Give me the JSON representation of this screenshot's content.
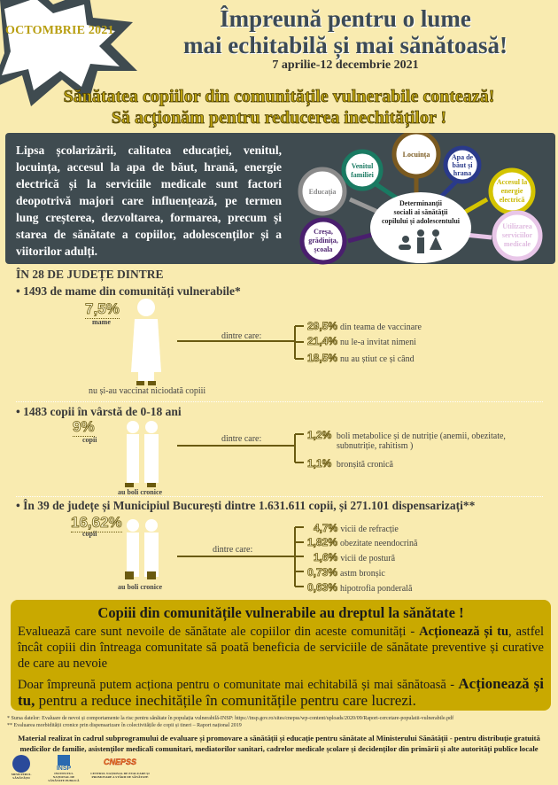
{
  "header": {
    "month": "OCTOMBRIE 2021",
    "title_line1": "Împreună pentru o lume",
    "title_line2": "mai echitabilă și mai sănătoasă!",
    "dates": "7 aprilie-12 decembrie 2021",
    "subtitle_line1": "Sănătatea copiilor din comunitățile vulnerabile contează!",
    "subtitle_line2": "Să acționăm pentru reducerea inechităților !"
  },
  "panel": {
    "text": "Lipsa școlarizării, calitatea educației, venitul, locuința, accesul la apa de băut, hrană, energie electrică și la serviciile medicale sunt factori deopotrivă majori care influențează, pe termen lung creșterea, dezvoltarea, formarea, precum și starea de sănătate a copiilor, adolescenților și a viitorilor adulți.",
    "center": [
      "Determinanții",
      "sociali ai sănătății",
      "copilului și adolescentului"
    ],
    "factors": [
      {
        "lines": [
          "Educația"
        ],
        "color": "#8a8a8a"
      },
      {
        "lines": [
          "Venitul",
          "familiei"
        ],
        "color": "#1a7a62"
      },
      {
        "lines": [
          "Locuința"
        ],
        "color": "#7a5a20"
      },
      {
        "lines": [
          "Apa de",
          "băut și",
          "hrana"
        ],
        "color": "#2a3a8a"
      },
      {
        "lines": [
          "Accesul la",
          "energie",
          "electrică"
        ],
        "color": "#d4c400"
      },
      {
        "lines": [
          "Utilizarea",
          "serviciilor",
          "medicale"
        ],
        "color": "#e8c6e8"
      },
      {
        "lines": [
          "Creșa,",
          "grădinița,",
          "școala"
        ],
        "color": "#4a1f6e"
      }
    ]
  },
  "stats": {
    "region": "ÎN 28 DE JUDEȚE DINTRE",
    "of_which": "dintre care:",
    "s1": {
      "title": "• 1493 de mame din comunități vulnerabile*",
      "pct": "7,5%",
      "unit": "mame",
      "caption": "nu și-au vaccinat niciodată copiii",
      "items": [
        {
          "pct": "29,5%",
          "text": "din teama de vaccinare"
        },
        {
          "pct": "21,4%",
          "text": "nu le-a invitat nimeni"
        },
        {
          "pct": "18,5%",
          "text": "nu au știut ce și când"
        }
      ]
    },
    "s2": {
      "title": "• 1483 copii în vârstă de 0-18 ani",
      "pct": "9%",
      "unit": "copii",
      "caption": "au boli cronice",
      "items": [
        {
          "pct": "1,2%",
          "text": "boli metabolice și de nutriție (anemii, obezitate,",
          "text2": "subnutriție, rahitism )"
        },
        {
          "pct": "1,1%",
          "text": "bronșită cronică"
        }
      ]
    },
    "s3": {
      "title": "• În 39 de județe și Municipiul București  dintre 1.631.611 copii, și  271.101 dispensarizați**",
      "pct": "16,62%",
      "unit": "copii",
      "caption": "au boli cronice",
      "items": [
        {
          "pct": "4,7%",
          "text": "vicii de refracție"
        },
        {
          "pct": "1,82%",
          "text": "obezitate neendocrină"
        },
        {
          "pct": "1,6%",
          "text": "vicii de postură"
        },
        {
          "pct": "0,73%",
          "text": "astm bronșic"
        },
        {
          "pct": "0,63%",
          "text": "hipotrofia ponderală"
        }
      ]
    }
  },
  "callout": {
    "title": "Copiii din comunitățile vulnerabile au dreptul la sănătate !",
    "p1_start": "Evaluează care sunt nevoile de sănătate ale copiilor din aceste comunități -  ",
    "p1_bold": "Acționează și tu",
    "p1_end": ", astfel încât copiii din întreaga comunitate să poată beneficia de serviciile de sănătate preventive și curative de care au nevoie",
    "p2_start": "Doar împreună putem acționa pentru o comunitate mai echitabilă și mai sănătoasă - ",
    "p2_bold": "Acționează și tu,",
    "p2_end": " pentru a reduce inechitățile în comunitățile pentru care lucrezi."
  },
  "footnotes": [
    "* Sursa datelor: Evaluare de nevoi și comportamente la risc pentru sănătate în populația vulnerabilă-INSP: https://insp.gov.ro/sites/cnepss/wp-content/uploads/2020/09/Raport-cercetare-populatii-vulnerabile.pdf",
    "** Evaluarea morbidității cronice prin dispensarizare în colectivitățile de copii și tineri – Raport național 2019"
  ],
  "material": "Material realizat în cadrul subprogramului de evaluare și promovare a sănătății și educație pentru sănătate al Ministerului Sănătății -  pentru distribuție gratuită medicilor de familie, asistenților medicali comunitari, mediatorilor sanitari, cadrelor medicale școlare și decidenților din primării și alte autorități publice locale",
  "logos": {
    "ms": "MINISTERUL SĂNĂTĂȚII",
    "insp": "INSP",
    "insp_label": "INSTITUTUL NAȚIONAL DE SĂNĂTATE PUBLICĂ",
    "cnepss": "CNEPSS",
    "cnepss_label": "CENTRUL NAȚIONAL DE EVALUARE ȘI PROMOVARE A STĂRII DE SĂNĂTATE"
  }
}
